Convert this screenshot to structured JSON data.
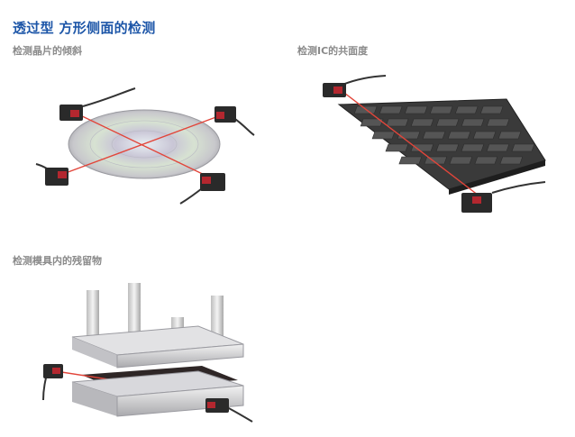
{
  "page": {
    "title": "透过型 方形侧面的检测"
  },
  "sections": [
    {
      "caption": "检测晶片的倾斜",
      "illustration": "wafer-tilt-detection-illustration"
    },
    {
      "caption": "检测IC的共面度",
      "illustration": "ic-coplanarity-detection-illustration"
    },
    {
      "caption": "检测模具内的残留物",
      "illustration": "mold-residue-detection-illustration"
    }
  ],
  "colors": {
    "title": "#1d56a8",
    "caption": "#8a8a8a",
    "laser": "#e2453a",
    "sensor_body": "#2a2a2a",
    "sensor_lens": "#b3272f"
  }
}
